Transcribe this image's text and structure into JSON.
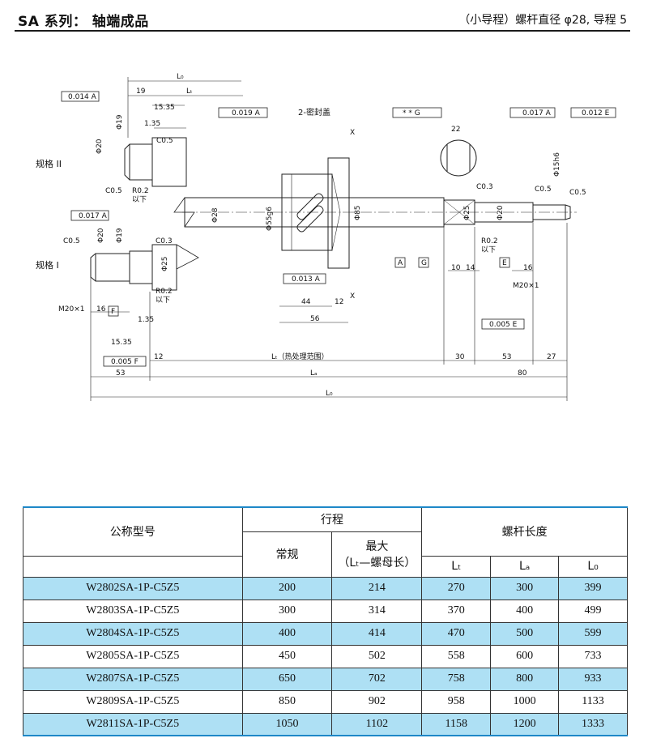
{
  "header": {
    "title": "SA 系列： 轴端成品",
    "subtitle": "（小导程）螺杆直径 φ28, 导程 5"
  },
  "drawing": {
    "tol_box_1": "0.014 A",
    "tol_box_2": "0.019 A",
    "tol_box_3": "* * G",
    "tol_box_4": "0.017 A",
    "tol_box_5": "0.012 E",
    "tol_box_6": "0.017 A",
    "tol_box_7": "0.013 A",
    "tol_box_8": "0.005 E",
    "tol_box_9": "0.005 F",
    "spec2_label": "规格 II",
    "spec1_label": "规格 I",
    "seal_label": "2-密封盖",
    "dims": {
      "l0_top": "L₀",
      "lt_top": "Lₜ",
      "d19": "19",
      "d1535": "15.35",
      "d135": "1.35",
      "phi19": "Φ19",
      "phi20": "Φ20",
      "c05a": "C0.5",
      "c05b": "C0.5",
      "r02a": "R0.2",
      "below_a": "以下",
      "phi28": "Φ28",
      "phi55": "Φ55g6",
      "phi85": "Φ85",
      "x_label": "X",
      "d22": "22",
      "phi25r": "Φ25",
      "phi20r": "Φ20",
      "phi15h6": "Φ15h6",
      "c03": "C0.3",
      "c05c": "C0.5",
      "c05d": "C0.5",
      "r02b": "R0.2",
      "below_b": "以下",
      "d10": "10",
      "d14": "14",
      "d16r": "16",
      "m20r": "M20×1",
      "phi20l": "Φ20",
      "phi19l": "Φ19",
      "phi25l": "Φ25",
      "c05e": "C0.5",
      "c03l": "C0.3",
      "r02c": "R0.2",
      "below_c": "以下",
      "m20l": "M20×1",
      "d16l": "16",
      "d135l": "1.35",
      "d1535l": "15.35",
      "d44": "44",
      "d12": "12",
      "d56": "56",
      "d12b": "12",
      "lt_heat": "Lₜ（热处理范围）",
      "d30": "30",
      "d53r": "53",
      "d27": "27",
      "d53l": "53",
      "la": "Lₐ",
      "d80": "80",
      "l0_bottom": "L₀",
      "ref_a": "A",
      "ref_g": "G",
      "ref_e": "E",
      "ref_f": "F"
    }
  },
  "table": {
    "col_model": "公称型号",
    "col_stroke": "行程",
    "col_normal": "常规",
    "col_max": "最大",
    "col_max_sub": "（Lₜ—螺母长）",
    "col_length": "螺杆长度",
    "col_lt": "Lₜ",
    "col_la": "Lₐ",
    "col_l0": "L₀",
    "rows": [
      {
        "model": "W2802SA-1P-C5Z5",
        "normal": "200",
        "max": "214",
        "lt": "270",
        "la": "300",
        "l0": "399"
      },
      {
        "model": "W2803SA-1P-C5Z5",
        "normal": "300",
        "max": "314",
        "lt": "370",
        "la": "400",
        "l0": "499"
      },
      {
        "model": "W2804SA-1P-C5Z5",
        "normal": "400",
        "max": "414",
        "lt": "470",
        "la": "500",
        "l0": "599"
      },
      {
        "model": "W2805SA-1P-C5Z5",
        "normal": "450",
        "max": "502",
        "lt": "558",
        "la": "600",
        "l0": "733"
      },
      {
        "model": "W2807SA-1P-C5Z5",
        "normal": "650",
        "max": "702",
        "lt": "758",
        "la": "800",
        "l0": "933"
      },
      {
        "model": "W2809SA-1P-C5Z5",
        "normal": "850",
        "max": "902",
        "lt": "958",
        "la": "1000",
        "l0": "1133"
      },
      {
        "model": "W2811SA-1P-C5Z5",
        "normal": "1050",
        "max": "1102",
        "lt": "1158",
        "la": "1200",
        "l0": "1333"
      }
    ]
  }
}
